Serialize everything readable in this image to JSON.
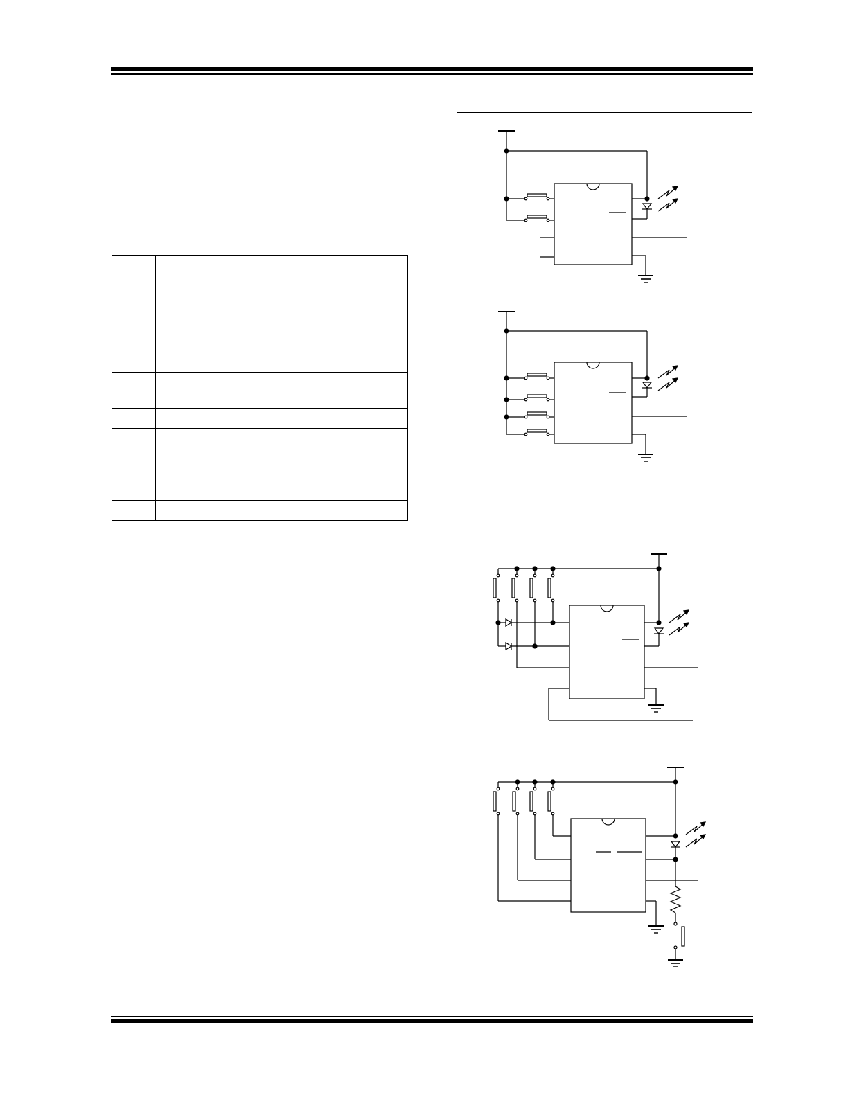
{
  "document": {
    "kind": "datasheet-page",
    "text_visible": false,
    "header": {
      "text": ""
    },
    "footer": {
      "text": ""
    }
  },
  "pin_table": {
    "columns": 3,
    "rows": [
      {
        "kind": "header",
        "cells": [
          "",
          "",
          ""
        ]
      },
      {
        "cells": [
          "",
          "",
          ""
        ]
      },
      {
        "cells": [
          "",
          "",
          ""
        ]
      },
      {
        "cells": [
          "",
          "",
          ""
        ]
      },
      {
        "cells": [
          "",
          "",
          ""
        ]
      },
      {
        "cells": [
          "",
          "",
          ""
        ]
      },
      {
        "cells": [
          "",
          "",
          ""
        ]
      },
      {
        "cells": [
          "",
          "",
          ""
        ],
        "overbar_signals": true
      },
      {
        "cells": [
          "",
          "",
          ""
        ]
      }
    ]
  },
  "figure": {
    "schematics": [
      {
        "name": "two-key-remote",
        "keys": 2,
        "outputs": [
          "ir-led",
          "data-line"
        ]
      },
      {
        "name": "four-key-remote",
        "keys": 4,
        "outputs": [
          "ir-led",
          "data-line"
        ]
      },
      {
        "name": "diode-matrix-remote",
        "keys": 4,
        "diodes": 2,
        "outputs": [
          "ir-led",
          "data-line"
        ]
      },
      {
        "name": "led-resistor-switch-remote",
        "keys": 4,
        "outputs": [
          "ir-led",
          "data-line"
        ],
        "extra": [
          "resistor",
          "switch"
        ]
      }
    ]
  }
}
